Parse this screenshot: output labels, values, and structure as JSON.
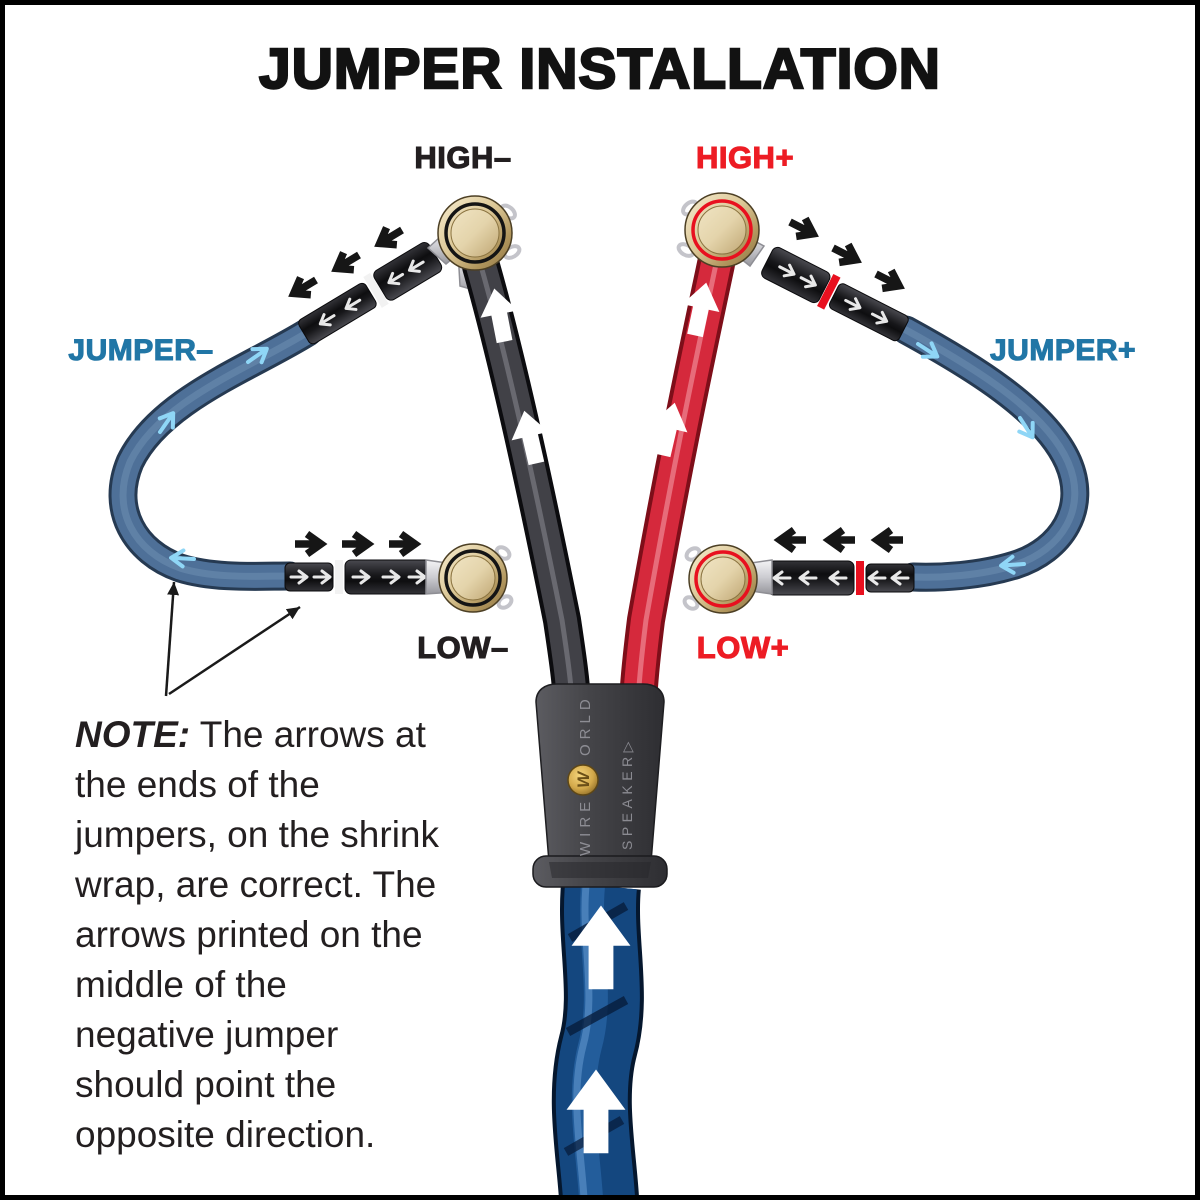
{
  "title": "JUMPER INSTALLATION",
  "terminal_labels": {
    "high_minus": "HIGH–",
    "high_plus": "HIGH+",
    "low_minus": "LOW–",
    "low_plus": "LOW+"
  },
  "jumper_labels": {
    "minus": "JUMPER–",
    "plus": "JUMPER+"
  },
  "note": {
    "prefix": "NOTE:",
    "first_rest": " The arrows at",
    "lines": [
      "the ends of the",
      "jumpers, on the shrink",
      "wrap, are correct. The",
      "arrows printed on the",
      "middle of the",
      "negative jumper",
      "should point the",
      "opposite direction."
    ],
    "full_text": "NOTE: The arrows at the ends of the jumpers, on the shrink wrap, are correct. The arrows printed on the middle of the negative jumper should point the opposite direction."
  },
  "splitter": {
    "brand_full": "WIREWORLD",
    "brand_lower": "WIRE",
    "brand_upper": "ORLD",
    "logo_letter": "W",
    "series": "SPEAKER▷"
  },
  "icons": {
    "cable-flow-arrow": "⬆",
    "shrink-wrap-arrow": "→",
    "instruction-arrow": "➔",
    "jumper-printed-arrow": "↗",
    "note-pointer-arrow": "↗",
    "speaker-triangle": "▷"
  },
  "colors": {
    "positive_red": "#ed1c24",
    "negative_black": "#231f20",
    "jumper_label_blue": "#2176a6",
    "jumper_cable_blue": "#4e7098",
    "printed_arrow_blue": "#8fd6f6",
    "gold_terminal": "#d6bf8e",
    "splitter_gray": "#454549",
    "main_cable_blue": "#14477f",
    "background": "#ffffff",
    "border": "#000000"
  }
}
